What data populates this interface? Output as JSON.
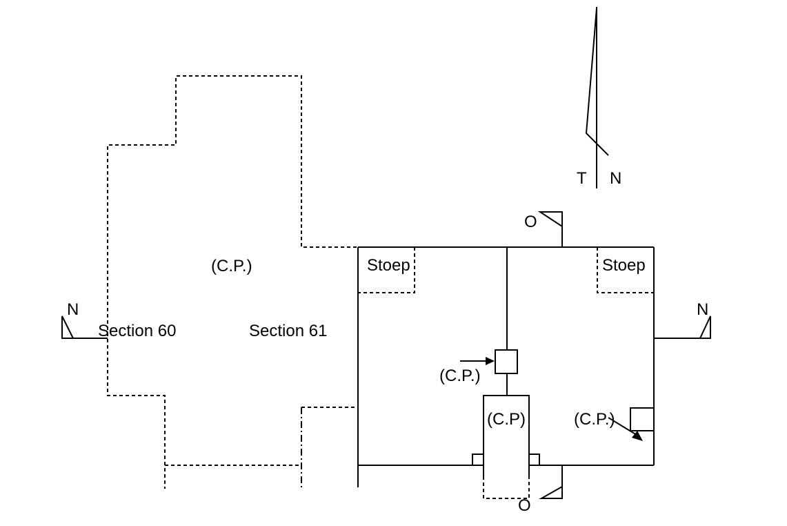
{
  "labels": {
    "true_north_t": "T",
    "true_north_n": "N",
    "cp_main": "(C.P.)",
    "section_60": "Section 60",
    "section_61": "Section 61",
    "west_n": "N",
    "east_n": "N",
    "stoep_left": "Stoep",
    "stoep_right": "Stoep",
    "o_top": "O",
    "o_bottom": "O",
    "cp_arrow_left": "(C.P.)",
    "cp_center": "(C.P)",
    "cp_right": "(C.P.)"
  }
}
